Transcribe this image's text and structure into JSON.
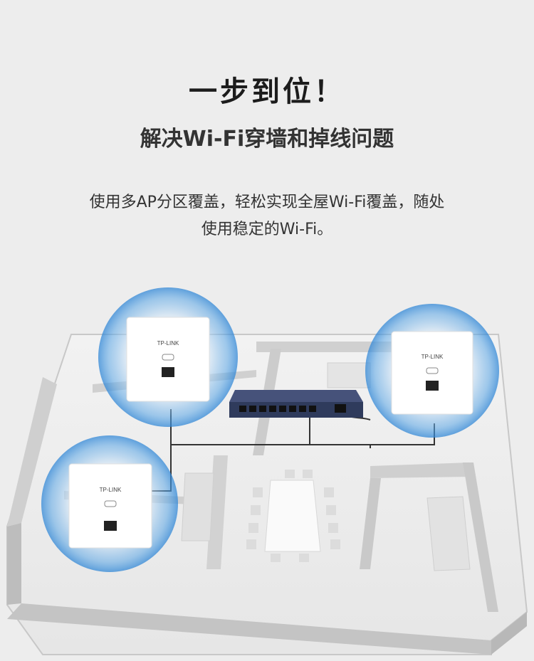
{
  "hero": {
    "title": "一步到位！",
    "subtitle": "解决Wi-Fi穿墙和掉线问题",
    "desc_line1": "使用多AP分区覆盖，轻松实现全屋Wi-Fi覆盖，随处",
    "desc_line2": "使用稳定的Wi-Fi。"
  },
  "devices": {
    "ap_brand": "TP-LINK"
  },
  "colors": {
    "background": "#ededed",
    "signal_blue": "#3a8fd8",
    "switch_body": "#2f3b5c",
    "wall": "#d6d6d6"
  }
}
